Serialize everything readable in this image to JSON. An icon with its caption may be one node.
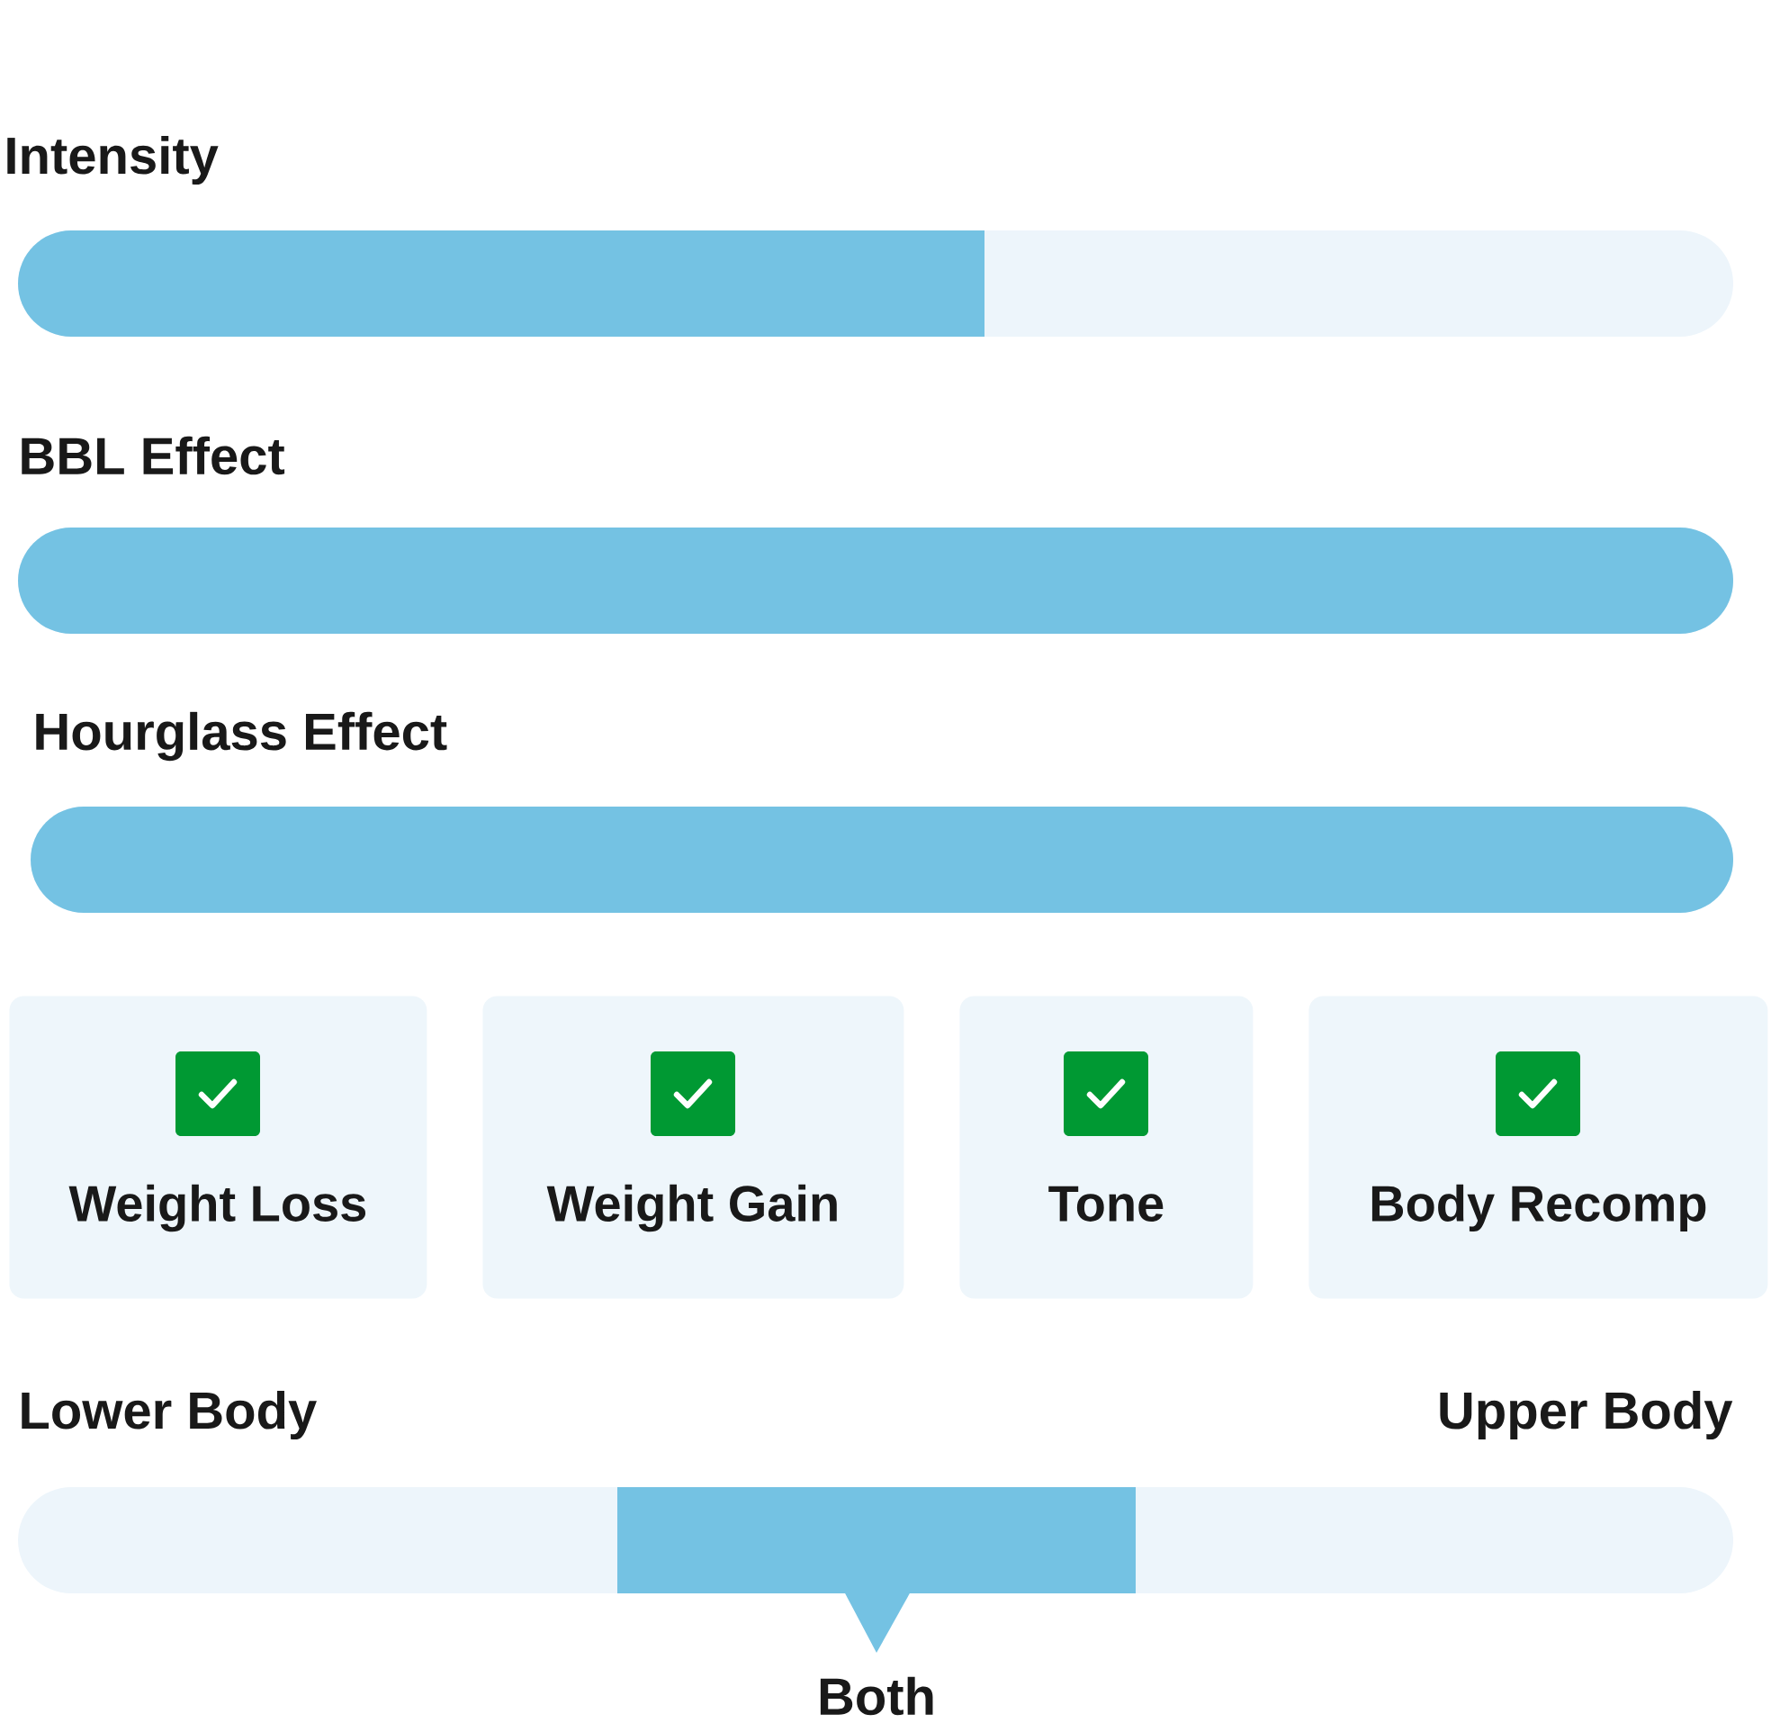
{
  "diagram": {
    "nodes": [
      {
        "text": [
          "Weight Loss"
        ]
      },
      {
        "text": [
          "Weight Gain"
        ]
      },
      {
        "text": [
          "Tone"
        ]
      },
      {
        "text": [
          "Body Recomp"
        ]
      }
    ],
    "labels": [
      "Intensity",
      "BBL Effect",
      "Hourglass Effect",
      "Lower Body",
      "Upper Body",
      "Both"
    ]
  }
}
